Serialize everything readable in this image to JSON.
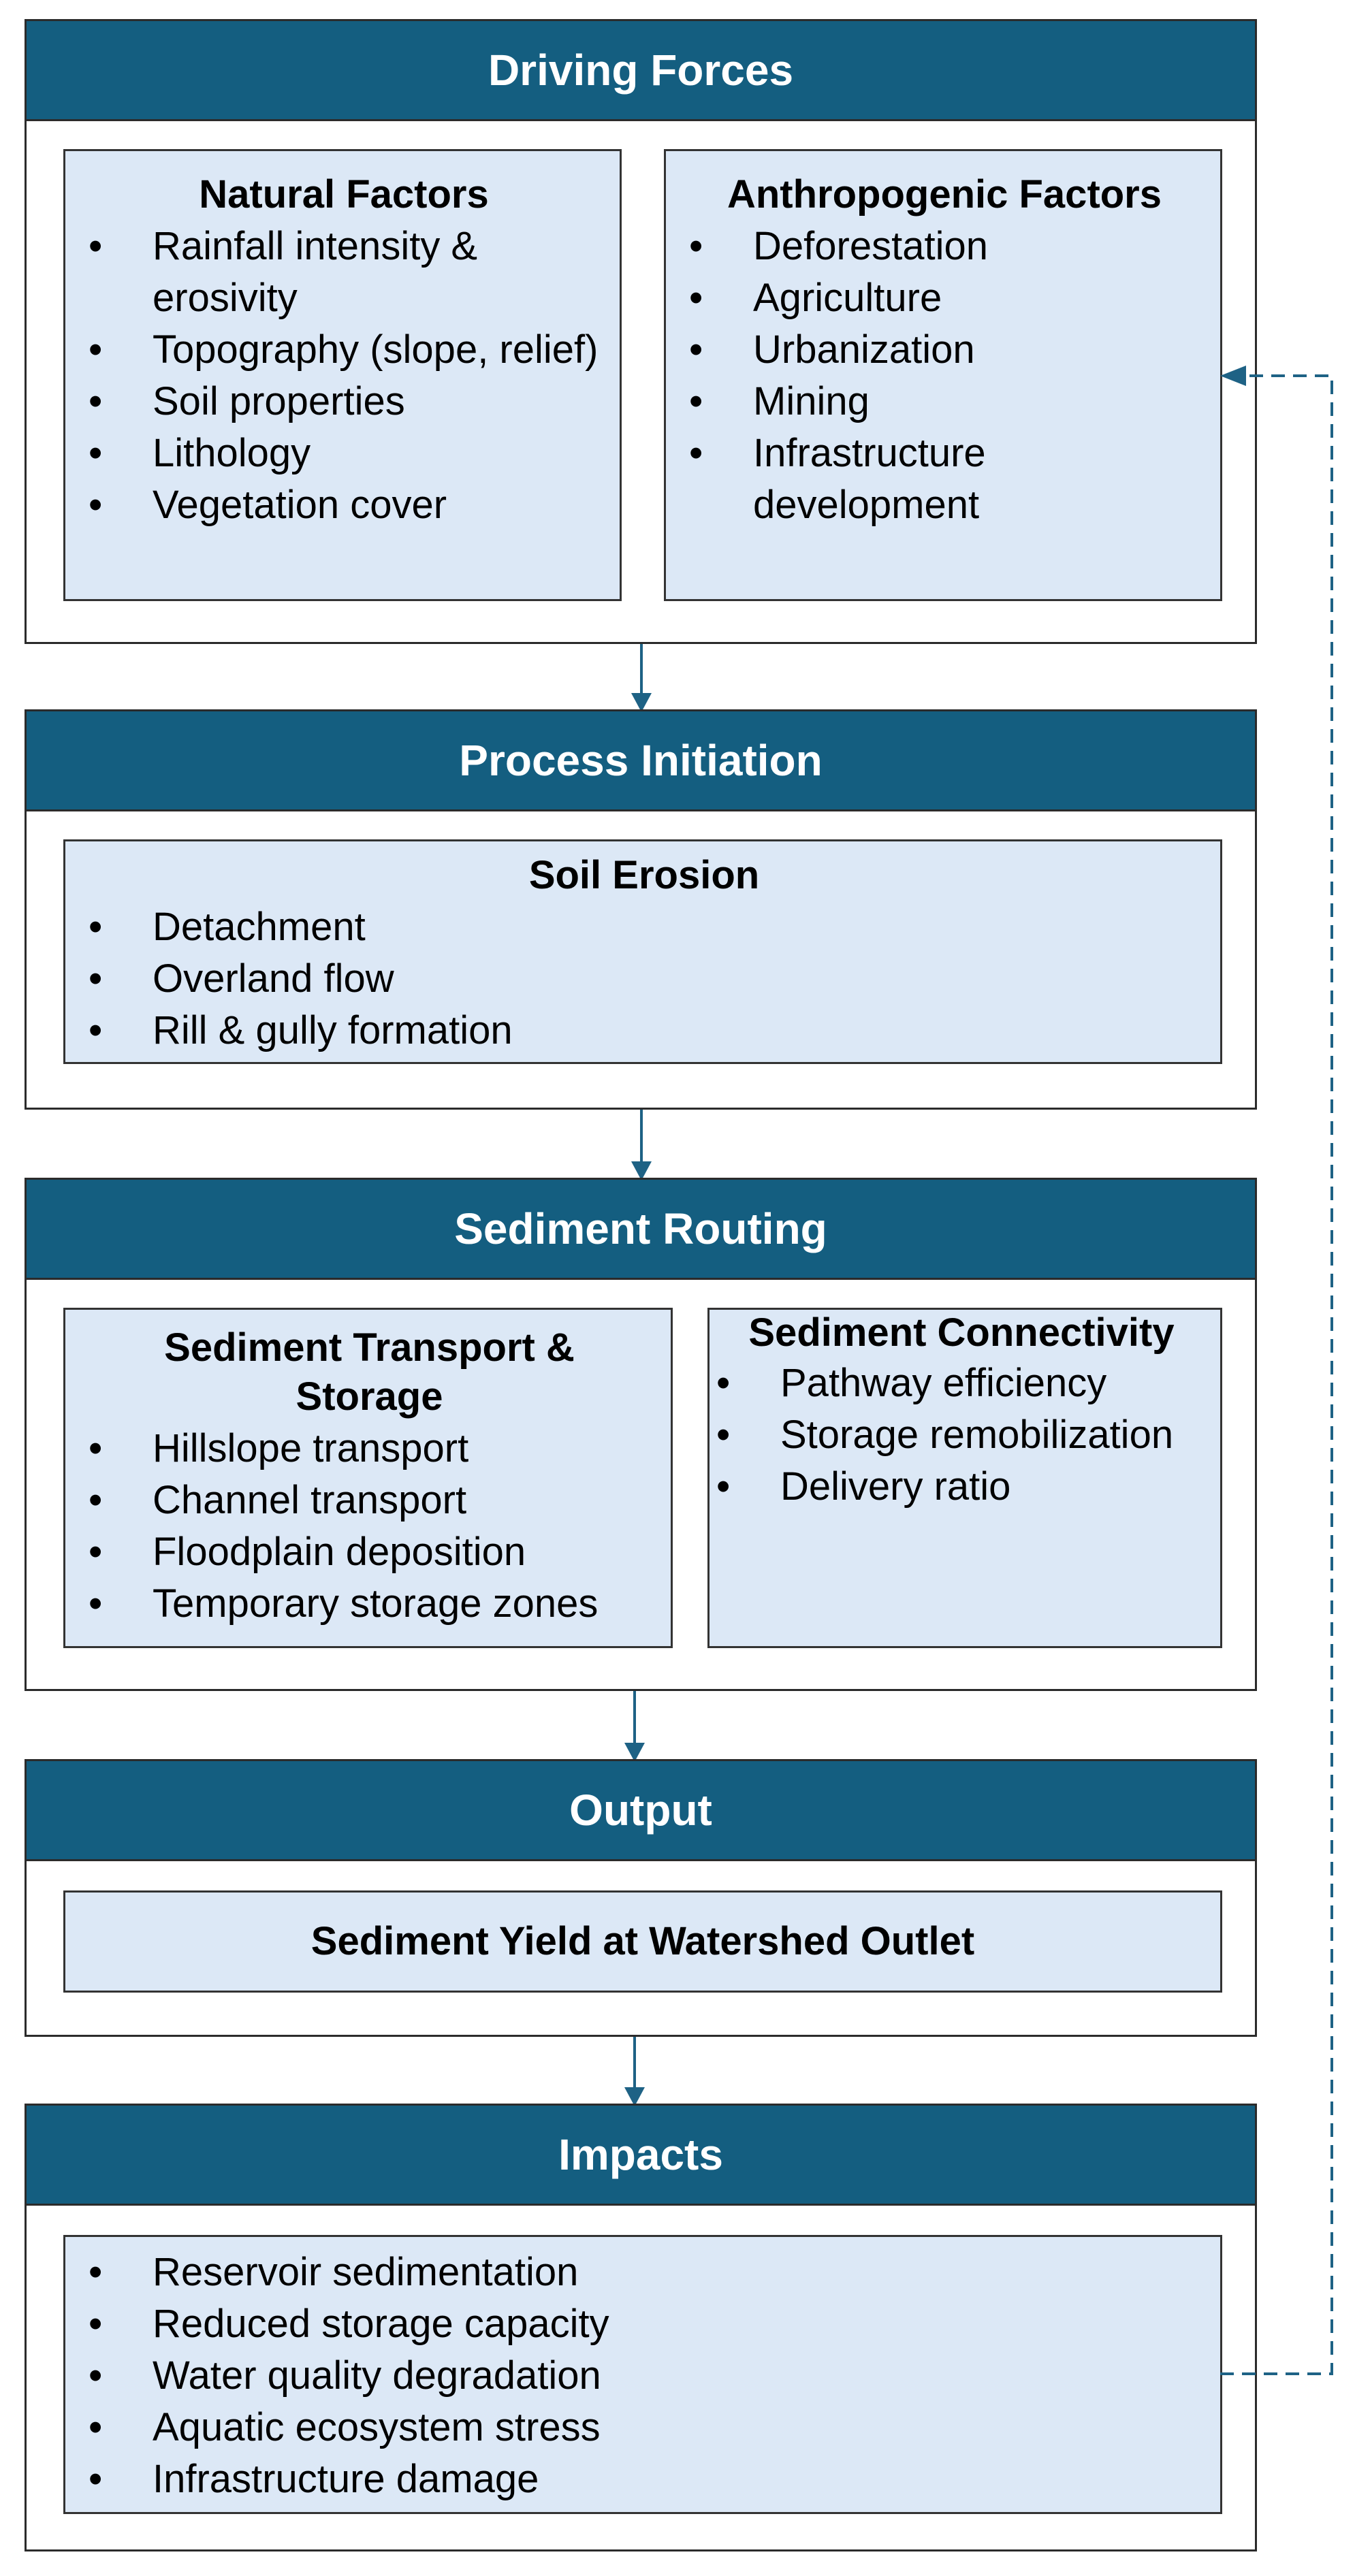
{
  "sections": {
    "driving_forces": {
      "title": "Driving Forces",
      "natural": {
        "title": "Natural Factors",
        "items": [
          "Rainfall intensity & erosivity",
          "Topography (slope, relief)",
          "Soil properties",
          "Lithology",
          "Vegetation cover"
        ]
      },
      "anthropogenic": {
        "title": "Anthropogenic Factors",
        "items": [
          "Deforestation",
          "Agriculture",
          "Urbanization",
          "Mining",
          "Infrastructure development"
        ]
      }
    },
    "process_initiation": {
      "title": "Process Initiation",
      "soil_erosion": {
        "title": "Soil Erosion",
        "items": [
          "Detachment",
          "Overland flow",
          "Rill & gully formation"
        ]
      }
    },
    "sediment_routing": {
      "title": "Sediment Routing",
      "transport": {
        "title": "Sediment Transport & Storage",
        "items": [
          "Hillslope transport",
          "Channel transport",
          "Floodplain deposition",
          "Temporary storage zones"
        ]
      },
      "connectivity": {
        "title": "Sediment Connectivity",
        "items": [
          "Pathway efficiency",
          "Storage remobilization",
          "Delivery ratio"
        ]
      }
    },
    "output": {
      "title": "Output",
      "yield_label": "Sediment Yield at Watershed Outlet"
    },
    "impacts": {
      "title": "Impacts",
      "items": [
        "Reservoir sedimentation",
        "Reduced storage capacity",
        "Water quality degradation",
        "Aquatic ecosystem stress",
        "Infrastructure damage"
      ]
    }
  },
  "colors": {
    "header_bg": "#145e80",
    "box_bg": "#dce8f6",
    "arrow": "#1e6285"
  }
}
